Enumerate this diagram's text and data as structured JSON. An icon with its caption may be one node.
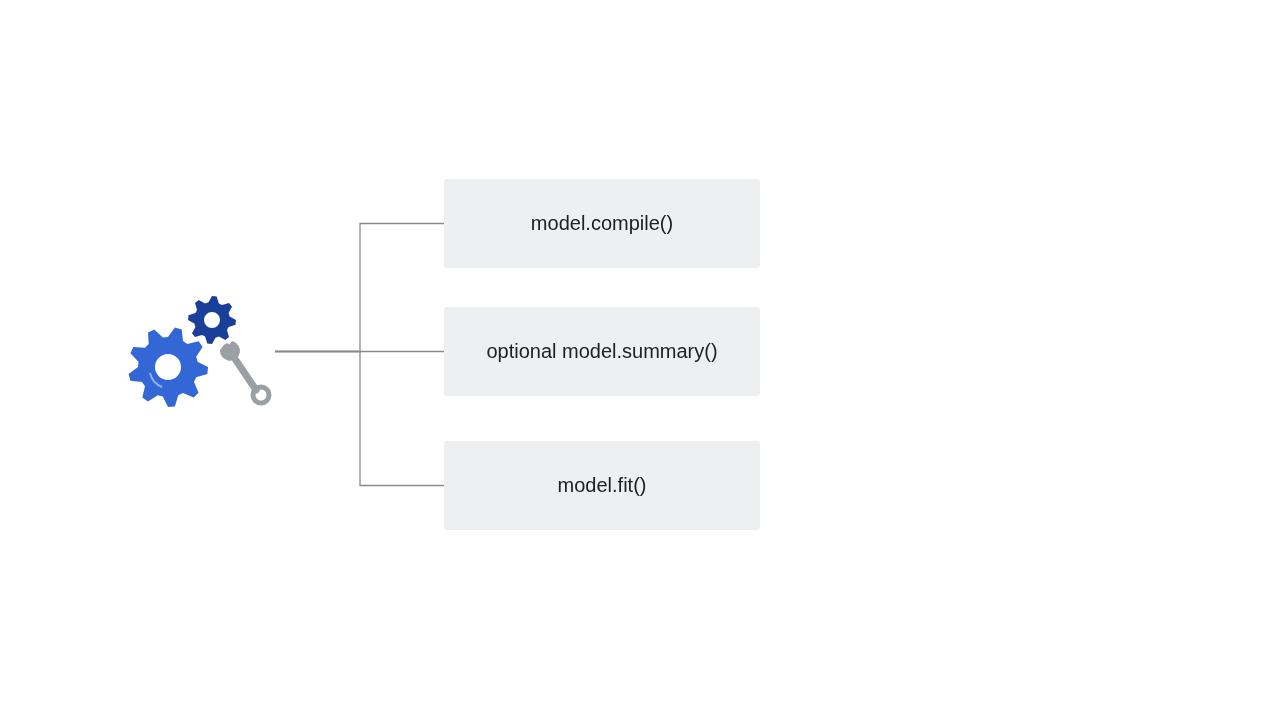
{
  "diagram": {
    "nodes": [
      {
        "text": [],
        "shape": "picture"
      },
      {
        "text": [
          "model.compile()"
        ]
      },
      {
        "text": [
          "optional model.summary()"
        ]
      },
      {
        "text": [
          "model.fit()"
        ]
      }
    ],
    "edges": [
      {
        "from": 0,
        "to": 1,
        "arrow": "none"
      },
      {
        "from": 0,
        "to": 2,
        "arrow": "none"
      },
      {
        "from": 0,
        "to": 3,
        "arrow": "none"
      }
    ]
  }
}
